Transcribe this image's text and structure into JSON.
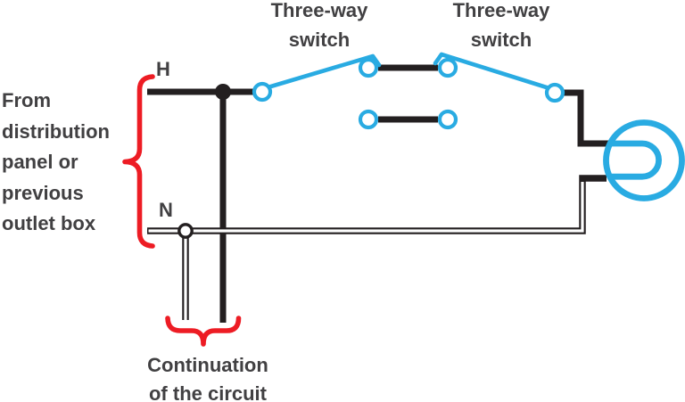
{
  "diagram": {
    "title_implied": "Three-way switch wiring diagram",
    "colors": {
      "wire_black": "#231f20",
      "switch_blue": "#29abe2",
      "brace_red": "#ed1c24",
      "text_gray": "#414042",
      "background": "#ffffff"
    },
    "labels": {
      "switch1": {
        "line1": "Three-way",
        "line2": "switch"
      },
      "switch2": {
        "line1": "Three-way",
        "line2": "switch"
      },
      "hot": "H",
      "neutral": "N",
      "source": {
        "lines": [
          "From",
          "distribution",
          "panel or",
          "previous",
          "outlet box"
        ]
      },
      "continuation": {
        "line1": "Continuation",
        "line2": "of the circuit"
      }
    },
    "components": {
      "switches": [
        "three-way-switch-1",
        "three-way-switch-2"
      ],
      "lamp": "lamp-load",
      "conductors": [
        "hot-wire-H",
        "neutral-wire-N",
        "traveler-wires",
        "circuit-continuation-wires"
      ]
    }
  }
}
